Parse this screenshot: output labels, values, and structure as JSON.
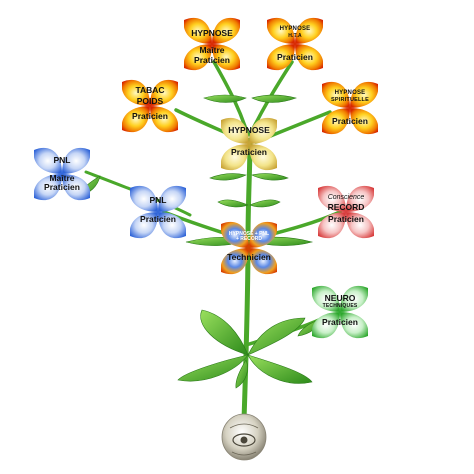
{
  "nodes": {
    "hyp_maitre": {
      "l1": "HYPNOSE",
      "l2": "Maître",
      "l3": "Praticien"
    },
    "hyp_hta": {
      "l1": "HYPNOSE",
      "l2": "H.T.A",
      "l3": "Praticien"
    },
    "tabac": {
      "l1": "TABAC",
      "l2": "POIDS",
      "l3": "Praticien"
    },
    "hyp_spirit": {
      "l1": "HYPNOSE",
      "l2": "SPIRITUELLE",
      "l3": "Praticien"
    },
    "hyp_prat": {
      "l1": "HYPNOSE",
      "l3": "Praticien"
    },
    "pnl_maitre": {
      "l1": "PNL",
      "l2": "Maître",
      "l3": "Praticien"
    },
    "pnl": {
      "l1": "PNL",
      "l3": "Praticien"
    },
    "record": {
      "l0": "Conscience",
      "l1": "RECORD",
      "l3": "Praticien"
    },
    "technicien": {
      "l1": "HYPNOSE + PNL + RECORD",
      "l3": "Technicien"
    },
    "neuro": {
      "l1": "NEURO",
      "l2": "TECHNIQUES",
      "l3": "Praticien"
    }
  },
  "colors": {
    "stem": "#4aa82a",
    "leaf": "#3c9a22",
    "warm_center": "#fff6a0",
    "warm_edge": "#e83c00",
    "blue_center": "#ffffff",
    "blue_edge": "#2f64d8",
    "red_center": "#ffffff",
    "red_edge": "#e04848",
    "green_center": "#ffffff",
    "green_edge": "#3caa3c",
    "seed": "#d8d4c4"
  },
  "icons": {
    "root": "eye-seed-icon"
  }
}
